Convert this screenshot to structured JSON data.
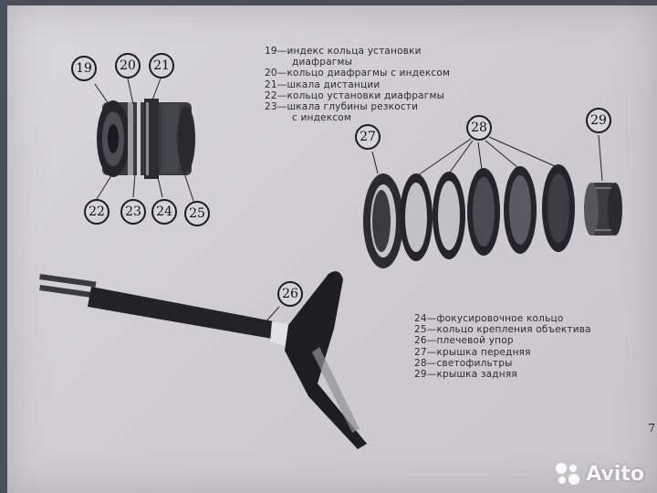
{
  "legend_top": [
    {
      "lines": [
        "19—индекс кольца установки",
        "диафрагмы"
      ]
    },
    {
      "lines": [
        "20—кольцо диафрагмы с индексом"
      ]
    },
    {
      "lines": [
        "21—шкала дистанции"
      ]
    },
    {
      "lines": [
        "22—кольцо установки диафрагмы"
      ]
    },
    {
      "lines": [
        "23—шкала глубины резкости",
        "с индексом"
      ]
    }
  ],
  "legend_bottom": [
    "24—фокусировочное кольцо",
    "25—кольцо крепления объектива",
    "26—плечевой упор",
    "27—крышка передняя",
    "28—светофильтры",
    "29—крышка задняя"
  ],
  "callouts": {
    "c19": "19",
    "c20": "20",
    "c21": "21",
    "c22": "22",
    "c23": "23",
    "c24": "24",
    "c25": "25",
    "c26": "26",
    "c27": "27",
    "c28": "28",
    "c29": "29"
  },
  "page_number": "7",
  "watermark": {
    "text": "Avito",
    "icon": "avito-dots-icon"
  }
}
